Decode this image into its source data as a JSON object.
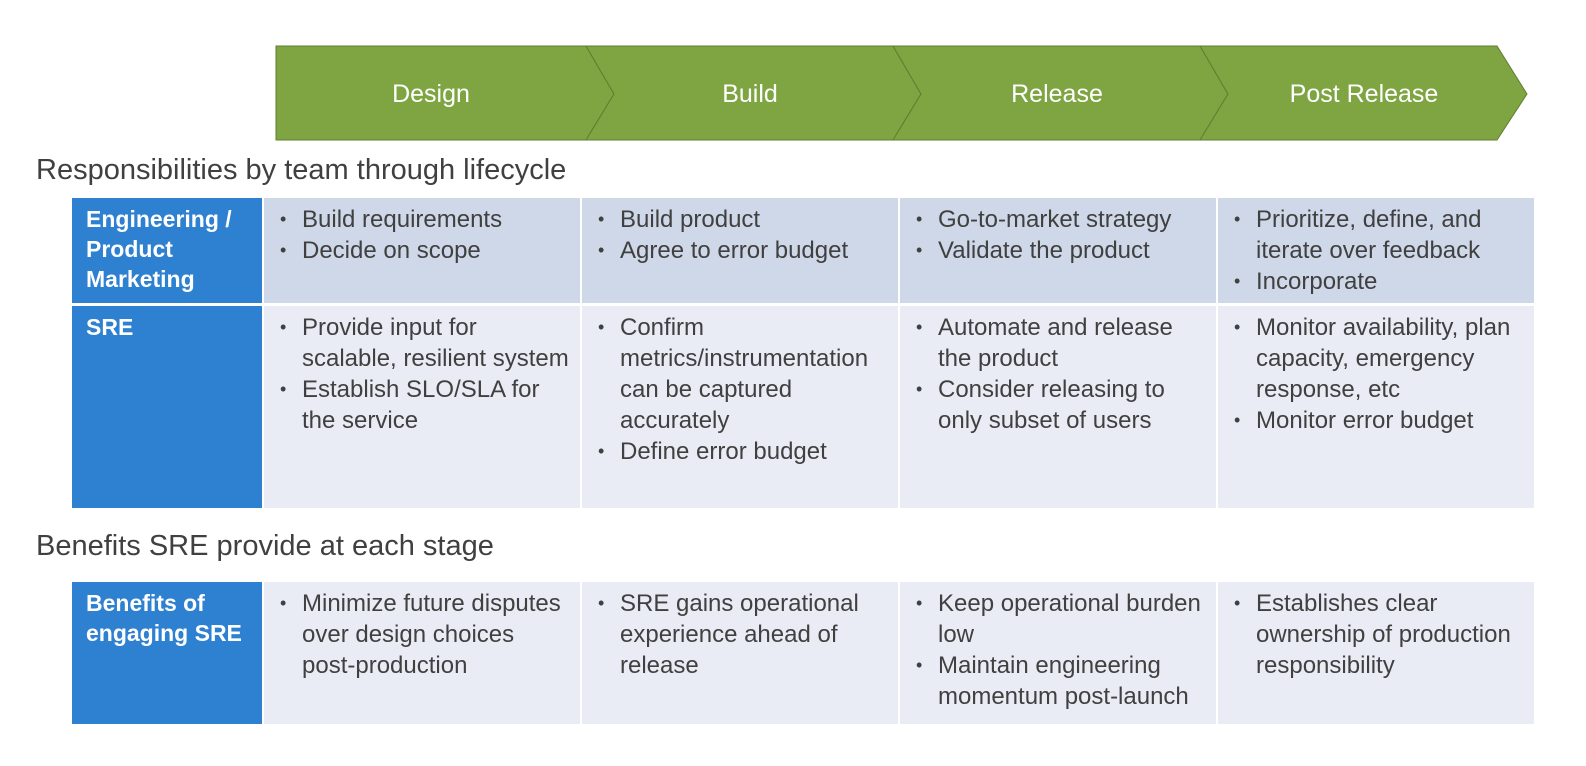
{
  "stages": [
    "Design",
    "Build",
    "Release",
    "Post Release"
  ],
  "colors": {
    "chevron": "#7ea542",
    "header_cell": "#2e80d0",
    "row_dark": "#cfd8e8",
    "row_light": "#e9ecf4"
  },
  "responsibilities": {
    "title": "Responsibilities by team through lifecycle",
    "rows": [
      {
        "team": "Engineering / Product Marketing",
        "cells": [
          [
            "Build requirements",
            "Decide on scope"
          ],
          [
            "Build product",
            "Agree to error budget"
          ],
          [
            "Go-to-market strategy",
            "Validate the product"
          ],
          [
            "Prioritize, define, and iterate over feedback",
            "Incorporate"
          ]
        ]
      },
      {
        "team": "SRE",
        "cells": [
          [
            "Provide input for scalable, resilient system",
            "Establish SLO/SLA for the service"
          ],
          [
            "Confirm metrics/instrumentation can be captured accurately",
            "Define error budget"
          ],
          [
            "Automate and release the product",
            "Consider releasing to only subset of users"
          ],
          [
            "Monitor availability, plan capacity, emergency response, etc",
            "Monitor error budget"
          ]
        ]
      }
    ]
  },
  "benefits": {
    "title": "Benefits SRE provide at each stage",
    "rows": [
      {
        "team": "Benefits of engaging SRE",
        "cells": [
          [
            "Minimize future disputes over design choices post-production"
          ],
          [
            "SRE gains operational experience ahead of release"
          ],
          [
            "Keep operational burden low",
            "Maintain engineering momentum post-launch"
          ],
          [
            "Establishes clear ownership of production responsibility"
          ]
        ]
      }
    ]
  }
}
